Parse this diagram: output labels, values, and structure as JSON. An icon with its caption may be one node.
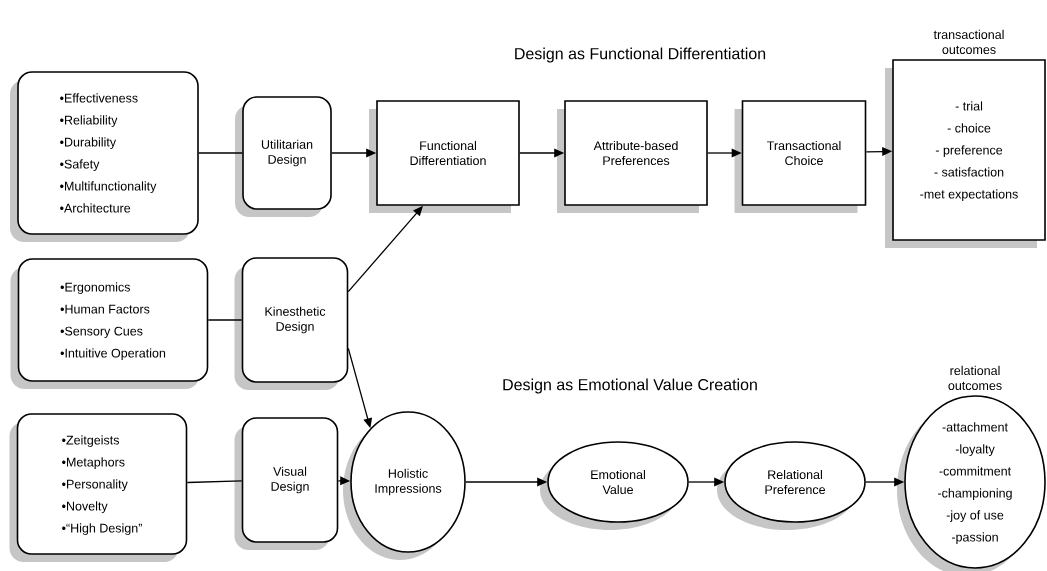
{
  "diagram": {
    "nodes": [
      {
        "text": [
          "•Effectiveness",
          "•Reliability",
          "•Durability",
          "•Safety",
          "•Multifunctionality",
          "•Architecture"
        ]
      },
      {
        "text": [
          "Utilitarian Design"
        ]
      },
      {
        "text": [
          "•Ergonomics",
          "•Human Factors",
          "•Sensory Cues",
          "•Intuitive Operation"
        ]
      },
      {
        "text": [
          "Kinesthetic Design"
        ]
      },
      {
        "text": [
          "•Zeitgeists",
          "•Metaphors",
          "•Personality",
          "•Novelty",
          "•“High Design”"
        ]
      },
      {
        "text": [
          "Visual Design"
        ]
      },
      {
        "text": [
          "Functional Differentiation"
        ]
      },
      {
        "text": [
          "Attribute-based Preferences"
        ]
      },
      {
        "text": [
          "Transactional Choice"
        ]
      },
      {
        "text": [
          "transactional outcomes",
          "- trial",
          "- choice",
          "- preference",
          "- satisfaction",
          "-met expectations"
        ]
      },
      {
        "text": [
          "Holistic Impressions"
        ]
      },
      {
        "text": [
          "Emotional Value"
        ]
      },
      {
        "text": [
          "Relational Preference"
        ]
      },
      {
        "text": [
          "relational outcomes",
          "-attachment",
          "-loyalty",
          "-commitment",
          "-championing",
          "-joy of use",
          "-passion"
        ]
      }
    ],
    "edges": [
      {
        "from": 0,
        "to": 1,
        "arrow": "none"
      },
      {
        "from": 1,
        "to": 6,
        "arrow": "to"
      },
      {
        "from": 2,
        "to": 3,
        "arrow": "none"
      },
      {
        "from": 3,
        "to": 6,
        "arrow": "to"
      },
      {
        "from": 3,
        "to": 10,
        "arrow": "to"
      },
      {
        "from": 4,
        "to": 5,
        "arrow": "none"
      },
      {
        "from": 5,
        "to": 10,
        "arrow": "to"
      },
      {
        "from": 6,
        "to": 7,
        "arrow": "to"
      },
      {
        "from": 7,
        "to": 8,
        "arrow": "to"
      },
      {
        "from": 8,
        "to": 9,
        "arrow": "to"
      },
      {
        "from": 10,
        "to": 11,
        "arrow": "to"
      },
      {
        "from": 11,
        "to": 12,
        "arrow": "to"
      },
      {
        "from": 12,
        "to": 13,
        "arrow": "to"
      }
    ],
    "labels": [
      "Design as Functional Differentiation",
      "Design as Emotional Value Creation"
    ]
  }
}
